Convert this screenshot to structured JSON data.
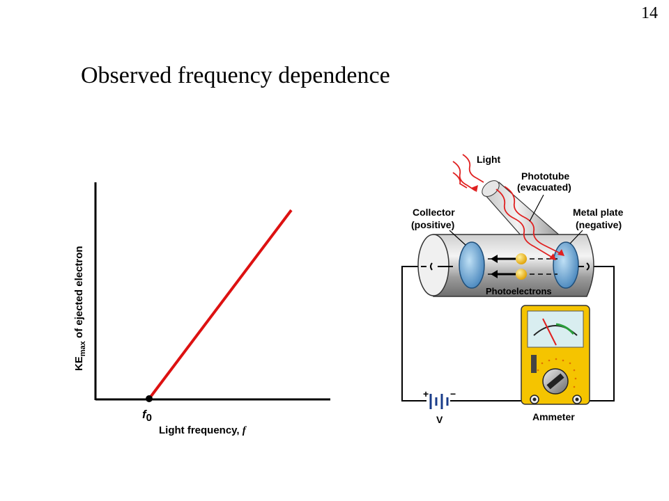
{
  "slide": {
    "number": "14",
    "title": "Observed frequency dependence"
  },
  "graph": {
    "y_label_prefix": "KE",
    "y_label_sub": "max",
    "y_label_rest": " of ejected electron",
    "x_label": "Light frequency, ",
    "x_label_var": "f",
    "threshold_var": "f",
    "threshold_sub": "0",
    "line_color": "#dd1111"
  },
  "apparatus": {
    "light": "Light",
    "phototube": "Phototube",
    "phototube_sub": "(evacuated)",
    "collector": "Collector",
    "collector_sub": "(positive)",
    "metal_plate": "Metal plate",
    "metal_plate_sub": "(negative)",
    "photoelectrons": "Photoelectrons",
    "ammeter": "Ammeter",
    "battery_plus": "+",
    "battery_minus": "−",
    "voltage": "V",
    "colors": {
      "light_ray": "#e02020",
      "electron": "#f5b800",
      "plate": "#5b9bd5",
      "meter_body": "#f5c400",
      "meter_face": "#d9eef0"
    }
  }
}
